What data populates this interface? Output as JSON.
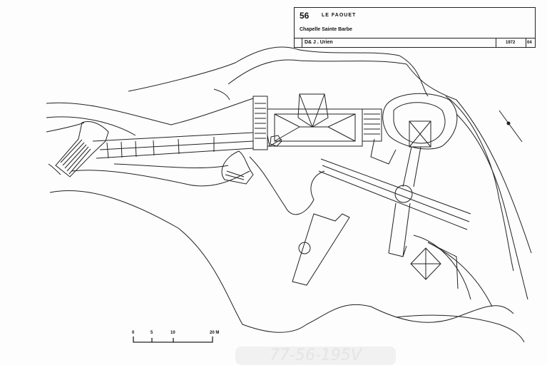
{
  "title_block": {
    "department": "56",
    "commune": "LE FAOUET",
    "monument": "Chapelle Sainte Barbe",
    "authors": "D& J . Urien",
    "year": "1972",
    "sheet": "04"
  },
  "scale_bar": {
    "ticks": [
      "0",
      "5",
      "10",
      "20 M"
    ]
  },
  "stamp": "77-56-195V"
}
